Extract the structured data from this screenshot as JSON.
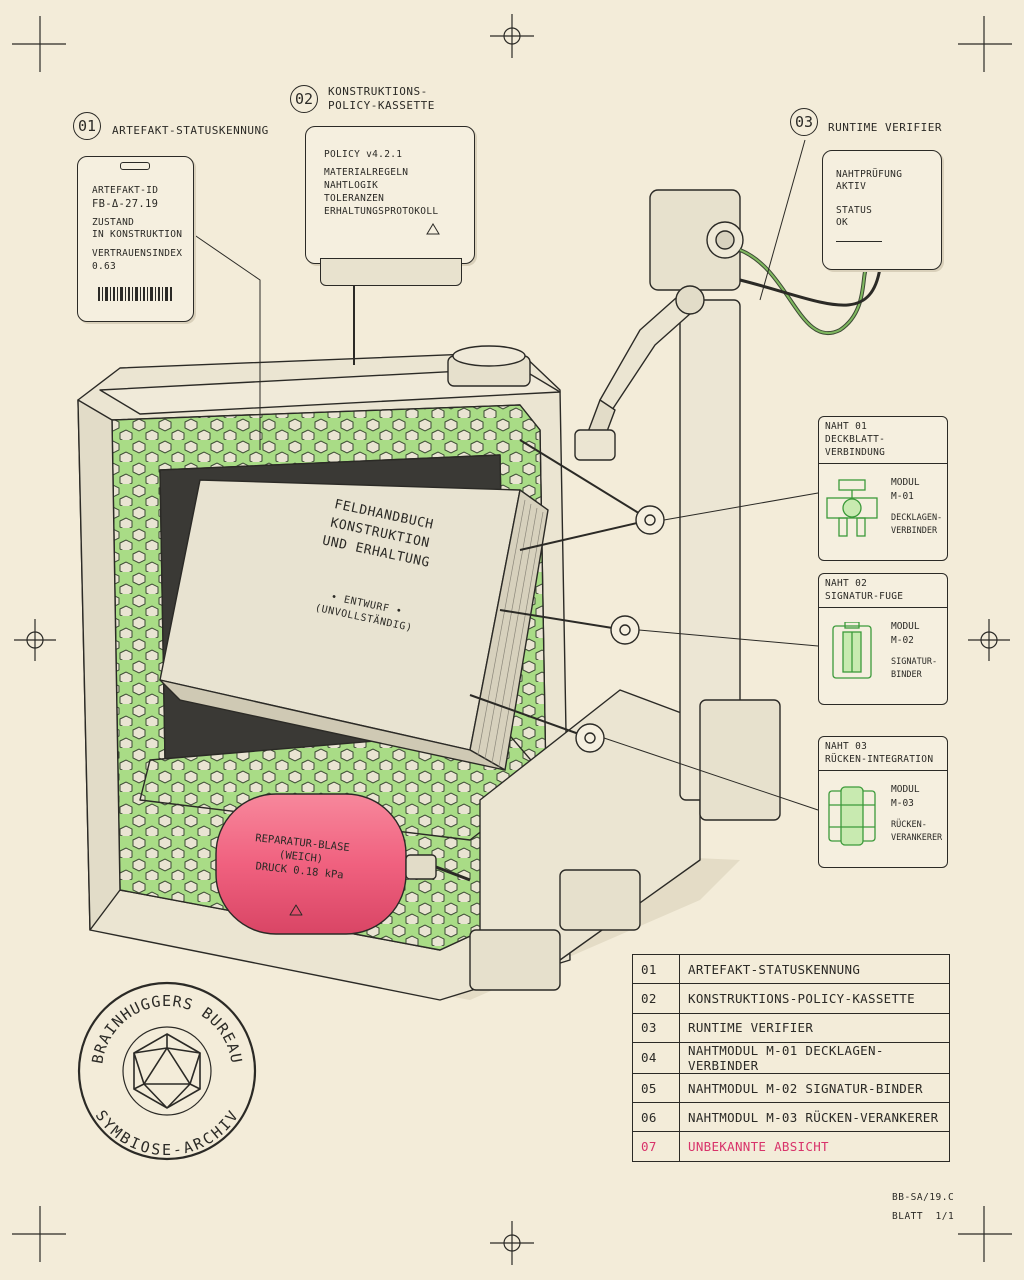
{
  "callouts": [
    {
      "num": "01",
      "title": "ARTEFAKT-STATUSKENNUNG"
    },
    {
      "num": "02",
      "title_line1": "KONSTRUKTIONS-",
      "title_line2": "POLICY-KASSETTE"
    },
    {
      "num": "03",
      "title": "RUNTIME VERIFIER"
    }
  ],
  "status_card": {
    "id_label": "ARTEFAKT-ID",
    "id_value": "FB-Δ-27.19",
    "state_label": "ZUSTAND",
    "state_value": "IN KONSTRUKTION",
    "trust_label": "VERTRAUENSINDEX",
    "trust_value": "0.63"
  },
  "policy_card": {
    "version": "POLICY v4.2.1",
    "items": [
      "MATERIALREGELN",
      "NAHTLOGIK",
      "TOLERANZEN",
      "ERHALTUNGSPROTOKOLL"
    ]
  },
  "verifier_card": {
    "line1": "NAHTPRÜFUNG",
    "line2": "AKTIV",
    "line3": "STATUS",
    "line4": "OK"
  },
  "book": {
    "title_line1": "FELDHANDBUCH",
    "title_line2": "KONSTRUKTION",
    "title_line3": "UND ERHALTUNG",
    "draft": "• ENTWURF •",
    "draft_note": "(UNVOLLSTÄNDIG)"
  },
  "bladder": {
    "line1": "REPARATUR-BLASE",
    "line2": "(WEICH)",
    "line3": "DRUCK 0.18 kPa"
  },
  "seams": [
    {
      "header1": "NAHT 01",
      "header2": "DECKBLATT-VERBINDUNG",
      "module1": "MODUL",
      "module2": "M-01",
      "desc1": "DECKLAGEN-",
      "desc2": "VERBINDER"
    },
    {
      "header1": "NAHT 02",
      "header2": "SIGNATUR-FUGE",
      "module1": "MODUL",
      "module2": "M-02",
      "desc1": "SIGNATUR-",
      "desc2": "BINDER"
    },
    {
      "header1": "NAHT 03",
      "header2": "RÜCKEN-INTEGRATION",
      "module1": "MODUL",
      "module2": "M-03",
      "desc1": "RÜCKEN-",
      "desc2": "VERANKERER"
    }
  ],
  "legend": [
    {
      "num": "01",
      "label": "ARTEFAKT-STATUSKENNUNG"
    },
    {
      "num": "02",
      "label": "KONSTRUKTIONS-POLICY-KASSETTE"
    },
    {
      "num": "03",
      "label": "RUNTIME VERIFIER"
    },
    {
      "num": "04",
      "label": "NAHTMODUL M-01 DECKLAGEN-VERBINDER"
    },
    {
      "num": "05",
      "label": "NAHTMODUL M-02 SIGNATUR-BINDER"
    },
    {
      "num": "06",
      "label": "NAHTMODUL M-03 RÜCKEN-VERANKERER"
    },
    {
      "num": "07",
      "label": "UNBEKANNTE ABSICHT"
    }
  ],
  "stamp": {
    "top_text": "BRAINHUGGERS BUREAU",
    "bottom_text": "SYMBIOSE-ARCHIV"
  },
  "sheet": {
    "code": "BB-SA/19.C",
    "page": "BLATT  1/1"
  },
  "colors": {
    "paper": "#f3ecd9",
    "ink": "#2b2a26",
    "lattice_green": "#a9dc86",
    "bladder_pink": "#f0617f",
    "alert": "#d8336a"
  }
}
